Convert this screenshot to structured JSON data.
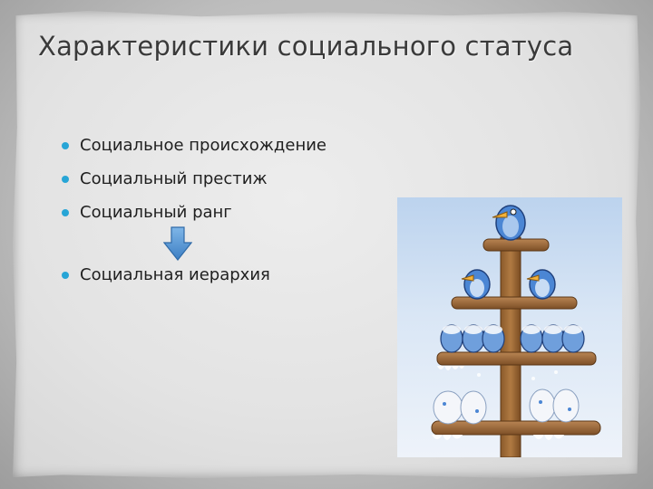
{
  "slide": {
    "title": "Характеристики социального статуса",
    "bullets": [
      "Социальное происхождение",
      "Социальный престиж",
      "Социальный ранг"
    ],
    "conclusion": "Социальная иерархия",
    "colors": {
      "bullet": "#27a5d6",
      "arrow": "#5a9ad8",
      "title": "#3a3a3a"
    },
    "icons": {
      "arrow": "down-arrow-icon",
      "picture": "bird-hierarchy-tree-illustration"
    }
  }
}
